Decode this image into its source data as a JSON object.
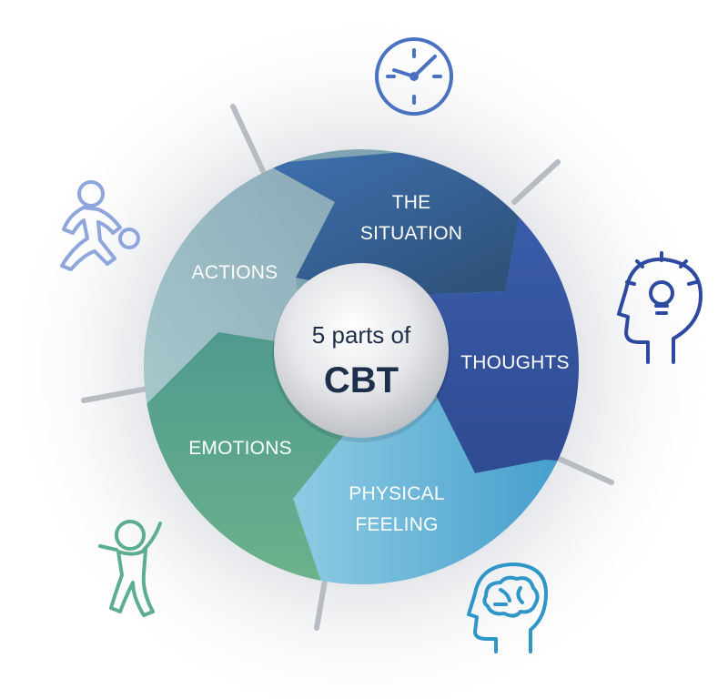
{
  "center": {
    "line1": "5 parts of",
    "line2": "CBT"
  },
  "segments": [
    {
      "id": "situation",
      "lines": [
        "THE",
        "SITUATION"
      ],
      "icon": "clock-icon",
      "colors": [
        "#3f73b4",
        "#2a4a6b"
      ]
    },
    {
      "id": "thoughts",
      "lines": [
        "THOUGHTS"
      ],
      "icon": "head-lightbulb-icon",
      "colors": [
        "#3a5ca8",
        "#2e4a92"
      ]
    },
    {
      "id": "physical-feeling",
      "lines": [
        "PHYSICAL",
        "FEELING"
      ],
      "icon": "head-brain-icon",
      "colors": [
        "#8ecbe3",
        "#3a98c9"
      ]
    },
    {
      "id": "emotions",
      "lines": [
        "EMOTIONS"
      ],
      "icon": "jumping-person-icon",
      "colors": [
        "#4f9a8e",
        "#6db48c"
      ]
    },
    {
      "id": "actions",
      "lines": [
        "ACTIONS"
      ],
      "icon": "person-kicking-ball-icon",
      "colors": [
        "#a7c9cc",
        "#8aa8b8"
      ]
    }
  ],
  "icon_colors": {
    "clock": "#4a72c0",
    "head_lightbulb": "#2d4aa0",
    "head_brain": "#2f96c8",
    "jumping_person": "#5cae8e",
    "kicking_person": "#8ea6dc"
  }
}
